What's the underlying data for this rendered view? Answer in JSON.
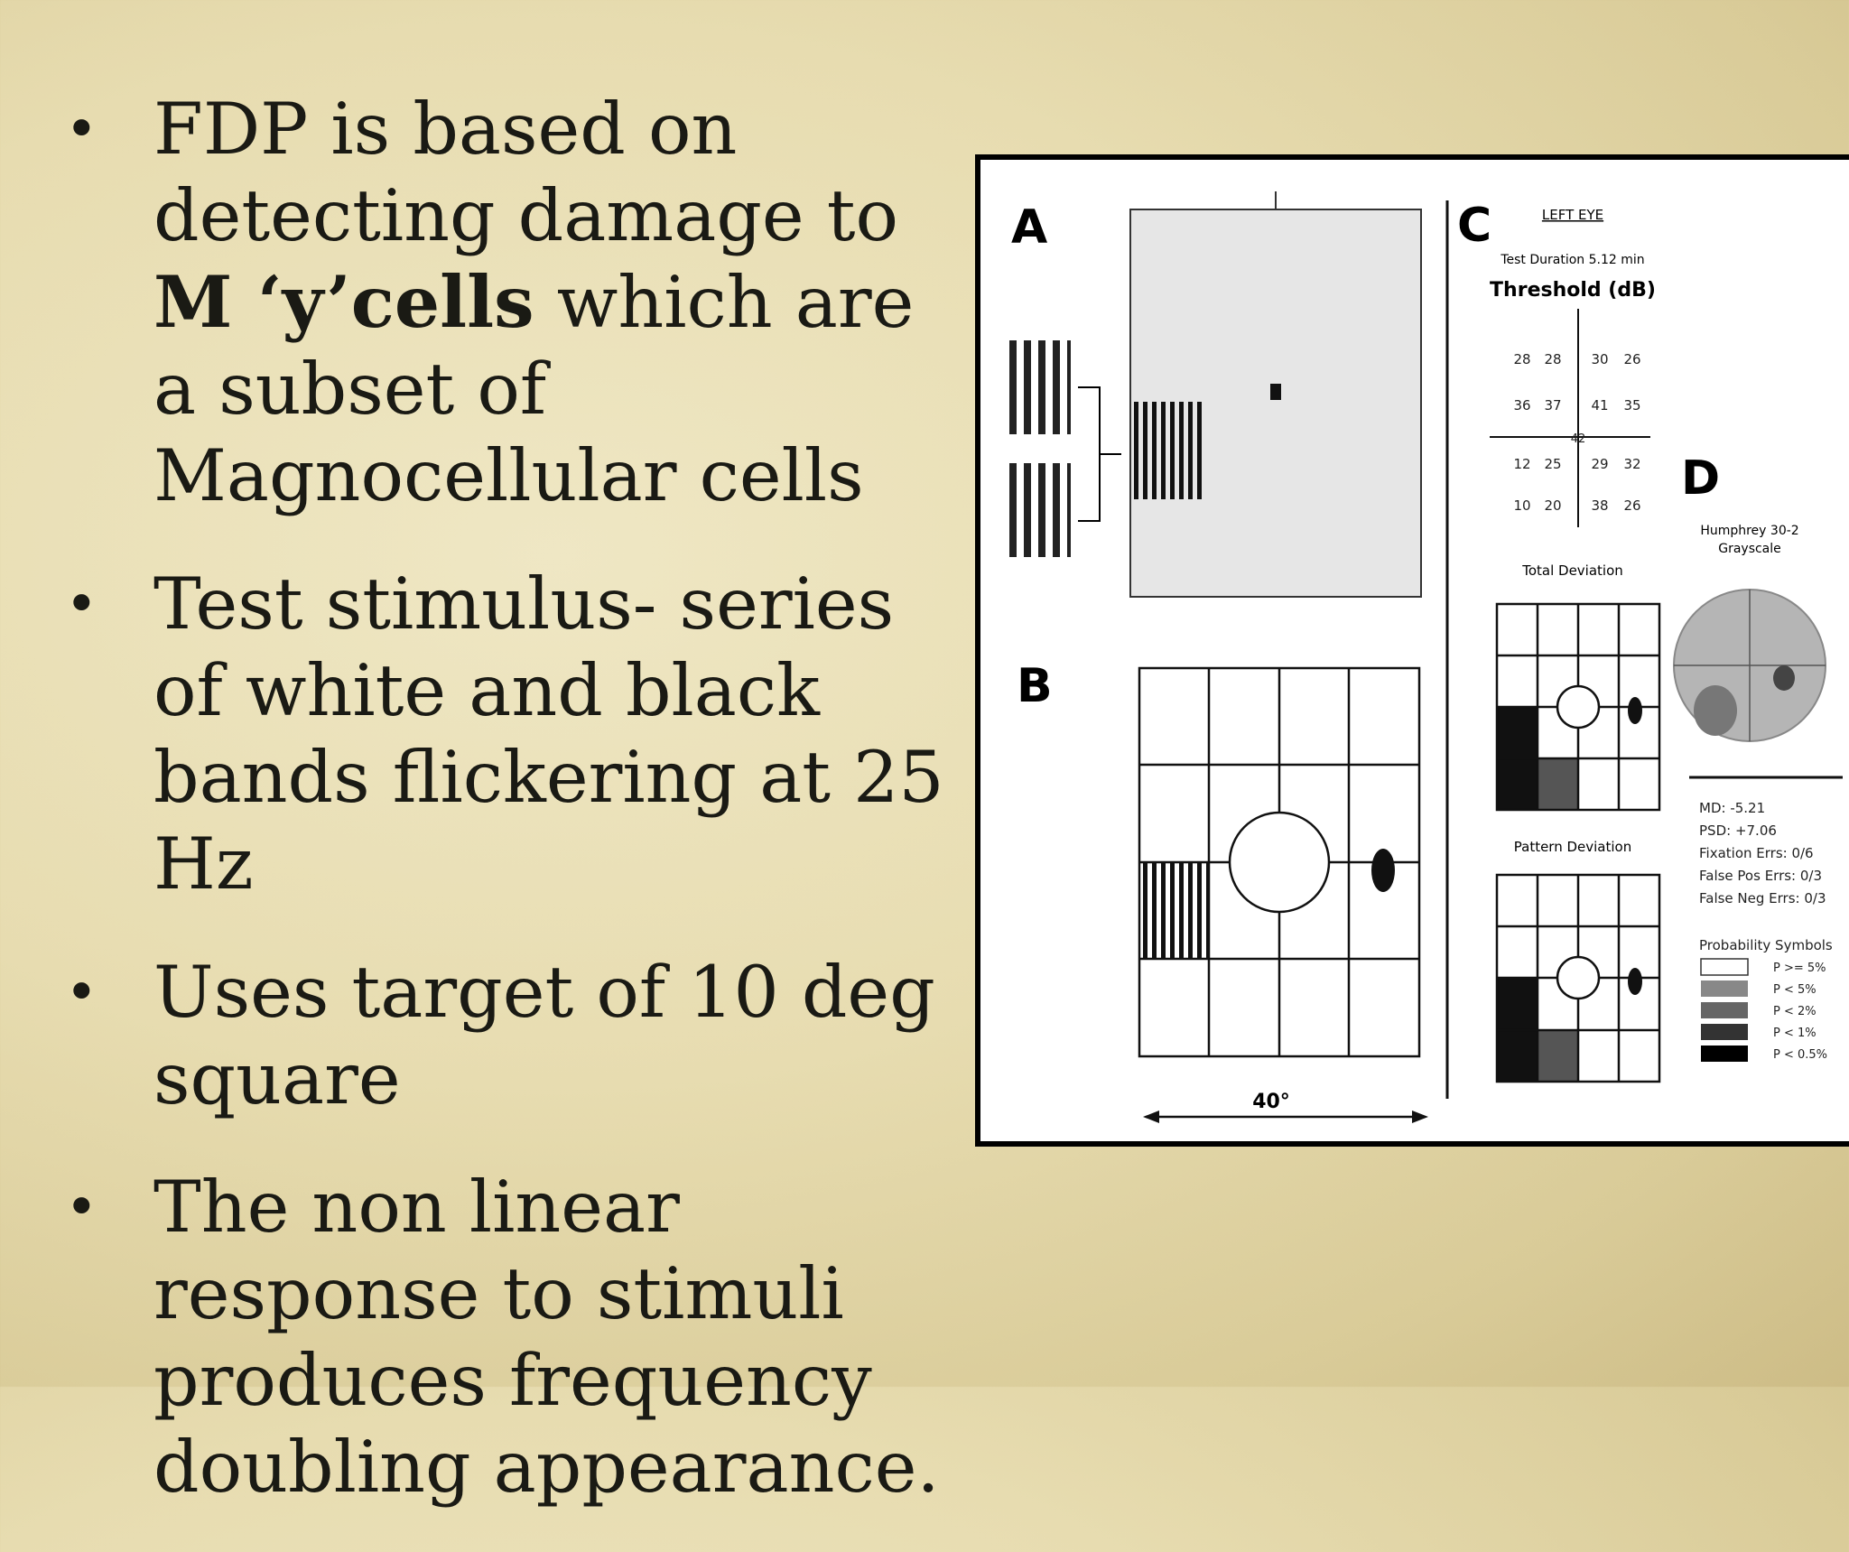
{
  "bullets": [
    {
      "pre": "FDP is based on detecting damage to ",
      "bold": "M ‘y’cells",
      "post": " which are a subset of Magnocellular cells"
    },
    {
      "pre": "Test stimulus- series of white and black bands flickering at 25 Hz",
      "bold": "",
      "post": ""
    },
    {
      "pre": "Uses target of 10 deg square",
      "bold": "",
      "post": ""
    },
    {
      "pre": "The non linear response to stimuli produces frequency doubling appearance.",
      "bold": "",
      "post": ""
    }
  ],
  "figure": {
    "panel_a": "A",
    "panel_b": "B",
    "panel_c": "C",
    "panel_d": "D",
    "degrees": "40°",
    "left_eye": "LEFT EYE",
    "test_duration": "Test Duration 5.12 min",
    "threshold": "Threshold (dB)",
    "thresholds": [
      [
        "28",
        "28",
        "30",
        "26"
      ],
      [
        "36",
        "37",
        "41",
        "35"
      ],
      [
        "12",
        "25",
        "29",
        "32"
      ],
      [
        "10",
        "20",
        "38",
        "26"
      ]
    ],
    "center_value": "42",
    "total_deviation": "Total Deviation",
    "pattern_deviation": "Pattern Deviation",
    "humphrey_line1": "Humphrey 30-2",
    "humphrey_line2": "Grayscale",
    "stats": [
      "MD: -5.21",
      "PSD: +7.06",
      "Fixation Errs: 0/6",
      "False Pos Errs: 0/3",
      "False Neg Errs: 0/3"
    ],
    "probability_title": "Probability Symbols",
    "probability_symbols": [
      "P >= 5%",
      "P < 5%",
      "P < 2%",
      "P < 1%",
      "P < 0.5%"
    ]
  }
}
